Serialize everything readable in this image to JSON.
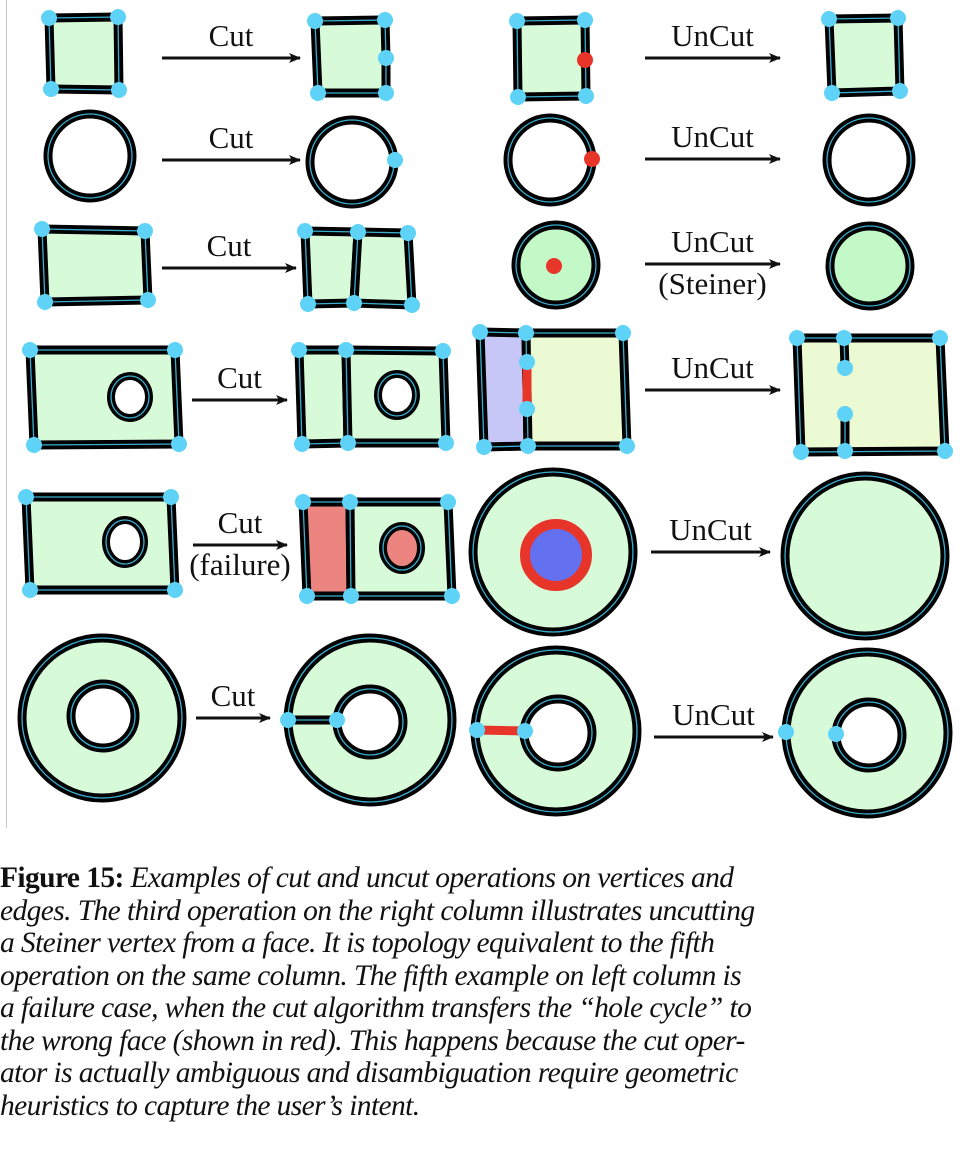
{
  "figure": {
    "operations_left": [
      {
        "label": "Cut",
        "sublabel": "",
        "description": "square: cut edge, add vertex"
      },
      {
        "label": "Cut",
        "sublabel": "",
        "description": "circle: cut edge, add vertex"
      },
      {
        "label": "Cut",
        "sublabel": "",
        "description": "rectangle: cut face into two"
      },
      {
        "label": "Cut",
        "sublabel": "",
        "description": "rectangle with hole: cut face"
      },
      {
        "label": "Cut",
        "sublabel": "(failure)",
        "description": "rectangle with hole: cut transfers hole cycle to wrong face"
      },
      {
        "label": "Cut",
        "sublabel": "",
        "description": "annulus: cut edge between inner and outer cycle"
      }
    ],
    "operations_right": [
      {
        "label": "UnCut",
        "sublabel": "",
        "description": "square: remove vertex"
      },
      {
        "label": "UnCut",
        "sublabel": "",
        "description": "circle: remove vertex"
      },
      {
        "label": "UnCut",
        "sublabel": "(Steiner)",
        "description": "disk: remove Steiner vertex"
      },
      {
        "label": "UnCut",
        "sublabel": "",
        "description": "rectangle: remove edge merging faces"
      },
      {
        "label": "UnCut",
        "sublabel": "",
        "description": "disk: remove inner cycle"
      },
      {
        "label": "UnCut",
        "sublabel": "",
        "description": "annulus: remove bridge edge"
      }
    ],
    "colors": {
      "vertex": "#5fd3f7",
      "selected": "#e8352a",
      "face": "#d7fbd9",
      "face_yellow": "#ebfad3",
      "face_purple": "#c6c6f7",
      "face_red": "#ec857f",
      "face_blue": "#6370ef",
      "edge": "#000000",
      "edge_inner": "#3aaed0"
    }
  },
  "caption": {
    "label": "Figure 15:",
    "lines": [
      "Examples of cut and uncut operations on vertices and",
      "edges. The third operation on the right column illustrates uncutting",
      "a Steiner vertex from a face.  It is topology equivalent to the fifth",
      "operation on the same column. The fifth example on left column is",
      "a failure case, when the cut algorithm transfers the “hole cycle” to",
      "the wrong face (shown in red). This happens because the cut oper-",
      "ator is actually ambiguous and disambiguation require geometric",
      "heuristics to capture the user’s intent."
    ]
  }
}
